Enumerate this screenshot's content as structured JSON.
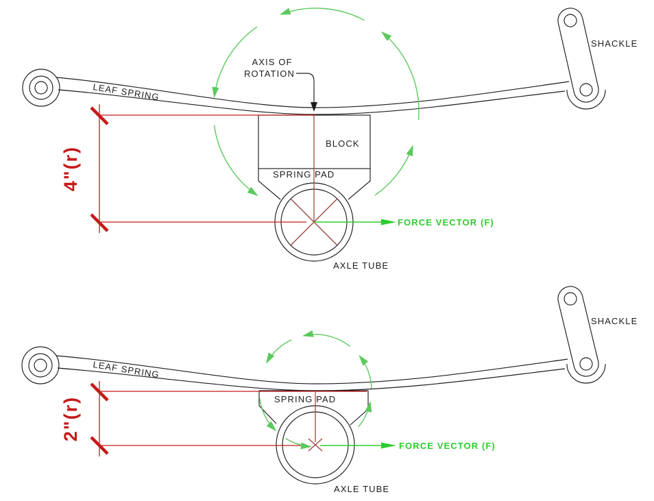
{
  "colors": {
    "line": "#1c1c1c",
    "dim_red": "#c41a1a",
    "center_red": "#9a4038",
    "green": "#2ecc2e",
    "arc_green": "#5cc95c"
  },
  "upper": {
    "labels": {
      "leaf_spring": "LEAF SPRING",
      "shackle": "SHACKLE",
      "axis_line1": "AXIS OF",
      "axis_line2": "ROTATION",
      "block": "BLOCK",
      "spring_pad": "SPRING PAD",
      "axle_tube": "AXLE TUBE",
      "force_vector": "FORCE VECTOR (F)",
      "dimension": "4\"(r)"
    },
    "rotation_direction": "counterclockwise"
  },
  "lower": {
    "labels": {
      "leaf_spring": "LEAF SPRING",
      "shackle": "SHACKLE",
      "spring_pad": "SPRING PAD",
      "axle_tube": "AXLE TUBE",
      "force_vector": "FORCE VECTOR (F)",
      "dimension": "2\"(r)"
    },
    "rotation_direction": "counterclockwise"
  }
}
